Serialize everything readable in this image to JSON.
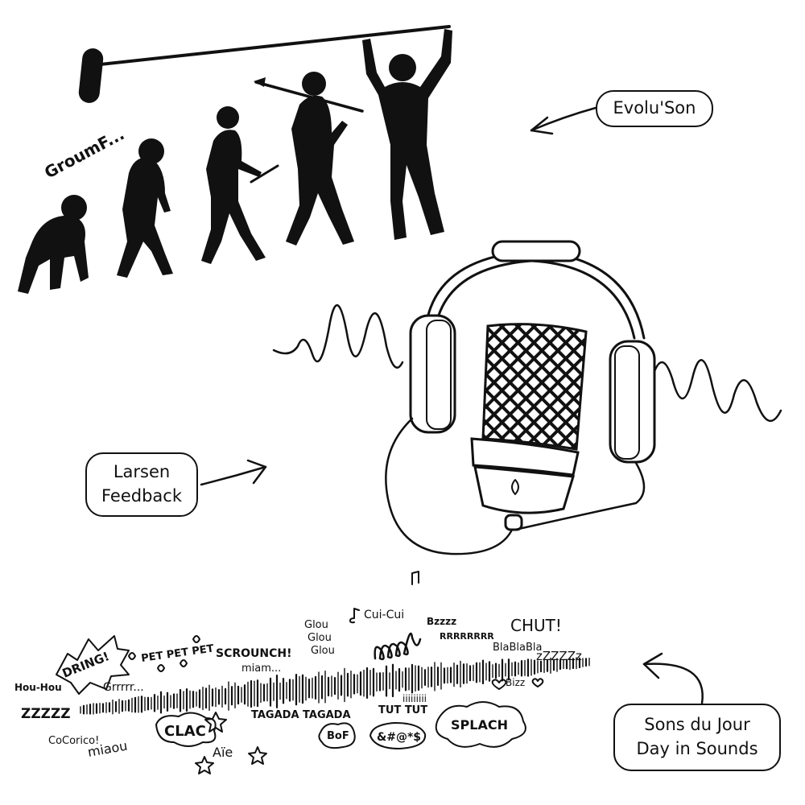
{
  "callouts": {
    "evolution": "Evolu'Son",
    "feedback_line1": "Larsen",
    "feedback_line2": "Feedback",
    "sounds_line1": "Sons du Jour",
    "sounds_line2": "Day in Sounds"
  },
  "grunt": "GroumF...",
  "onomatopoeia": {
    "hou_hou": "Hou-Hou",
    "zzzzz_left": "ZZZZZ",
    "dring": "DRING!",
    "grrr": "Grrrrr...",
    "cocorico": "CoCorico!",
    "miaou": "miaou",
    "pet": "PET PET PET",
    "clac": "CLAC",
    "aie": "Aïe",
    "scrounch": "SCROUNCH!",
    "miam": "miam...",
    "glou1": "Glou",
    "glou2": "Glou",
    "glou3": "Glou",
    "tagada": "TAGADA TAGADA",
    "bof": "BoF",
    "tut_tut": "TUT TUT",
    "swear": "&#@*$",
    "cui_cui": "Cui-Cui",
    "bzzz": "Bzzzz",
    "iii": "iiiiiiiii",
    "splach": "SPLACH",
    "rrrr": "RRRRRRRR",
    "blabla": "BlaBlaBla",
    "chut": "CHUT!",
    "zzzz_right": "zZZZZz",
    "bizz": "Bizz"
  },
  "icons": [
    "evolution-figures-icon",
    "boom-microphone-icon",
    "headphones-icon",
    "studio-microphone-icon",
    "sound-wave-icon",
    "arrow-icon"
  ],
  "ink_color": "#111111",
  "background_color": "#ffffff"
}
